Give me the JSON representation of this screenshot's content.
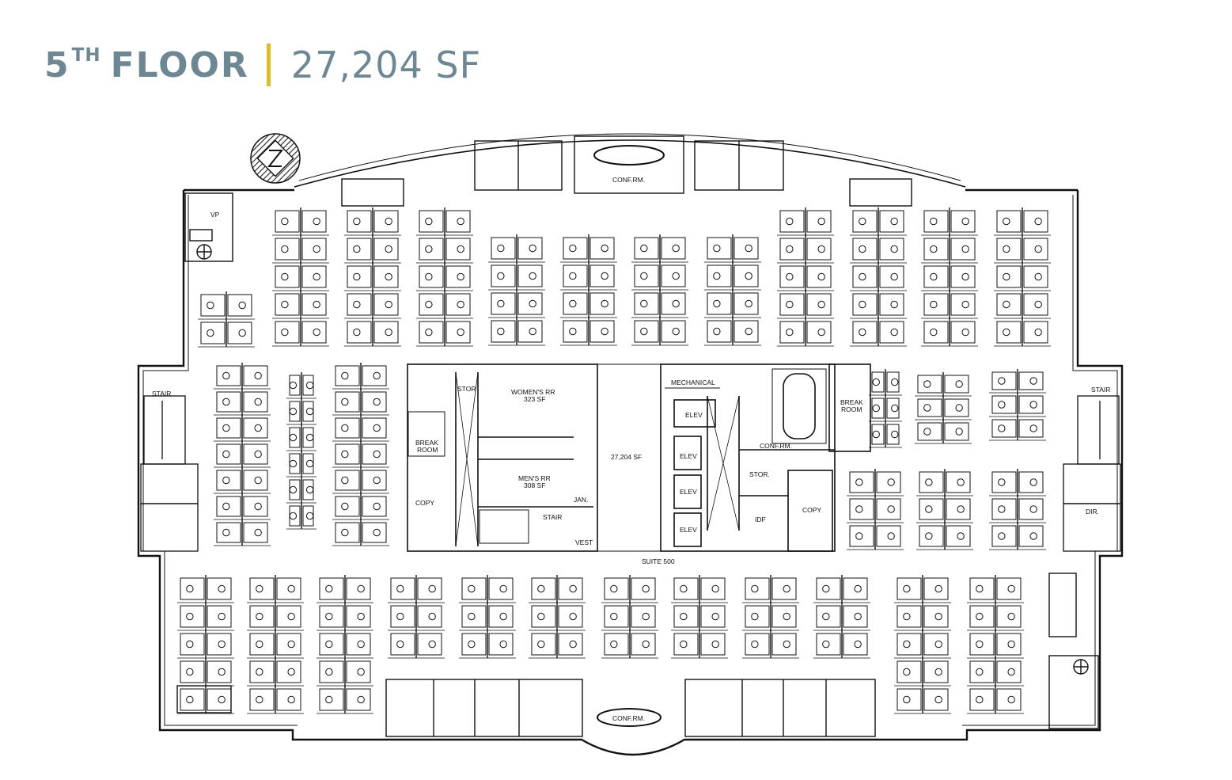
{
  "title": {
    "floor_number": "5",
    "floor_suffix": "TH",
    "floor_word": "FLOOR",
    "separator": "|",
    "area": "27,204 SF"
  },
  "colors": {
    "title": "#6d8793",
    "separator": "#d7bf2a",
    "line": "#111111"
  },
  "rooms": {
    "vp": "VP",
    "conf_north": "CONF.RM.",
    "stair_west": "STAIR",
    "stair_east": "STAIR",
    "stor_core": "STOR",
    "womens_rr": "WOMEN'S RR",
    "womens_sf": "323 SF",
    "break_west_1": "BREAK",
    "break_west_2": "ROOM",
    "copy_west": "COPY",
    "mens_rr": "MEN'S RR",
    "mens_sf": "308 SF",
    "jan": "JAN.",
    "stair_core": "STAIR",
    "vest": "VEST",
    "lobby_sf": "27,204 SF",
    "mechanical": "MECHANICAL",
    "elev_1": "ELEV",
    "elev_2": "ELEV",
    "elev_3": "ELEV",
    "elev_4": "ELEV",
    "stor_east": "STOR.",
    "idf": "IDF",
    "copy_east": "COPY",
    "conf_center": "CONF.RM.",
    "break_east_1": "BREAK",
    "break_east_2": "ROOM",
    "dir": "DIR.",
    "suite": "SUITE 500",
    "conf_south": "CONF.RM."
  },
  "icons": [
    "north-arrow-icon"
  ]
}
